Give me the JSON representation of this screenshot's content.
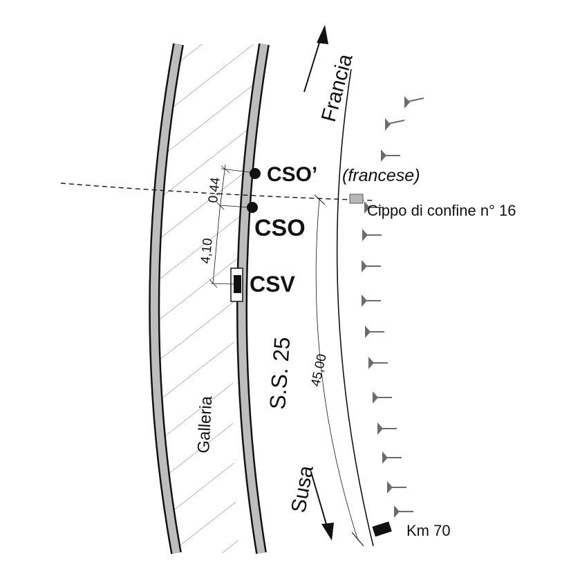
{
  "labels": {
    "francia": "Francia",
    "susa": "Susa",
    "cso_prime": "CSO’",
    "francese": "(francese)",
    "cso": "CSO",
    "csv": "CSV",
    "cippo": "Cippo di confine n° 16",
    "ss25": "S.S. 25",
    "galleria": "Galleria",
    "km70": "Km 70"
  },
  "dimensions": {
    "d1": "0,44",
    "d2": "4,10",
    "d3": "45,00"
  },
  "colors": {
    "line": "#111111",
    "tunnel_wall": "#bdbdbd",
    "marker_grey": "#b8b8b8",
    "tree": "#6b6b6b"
  }
}
